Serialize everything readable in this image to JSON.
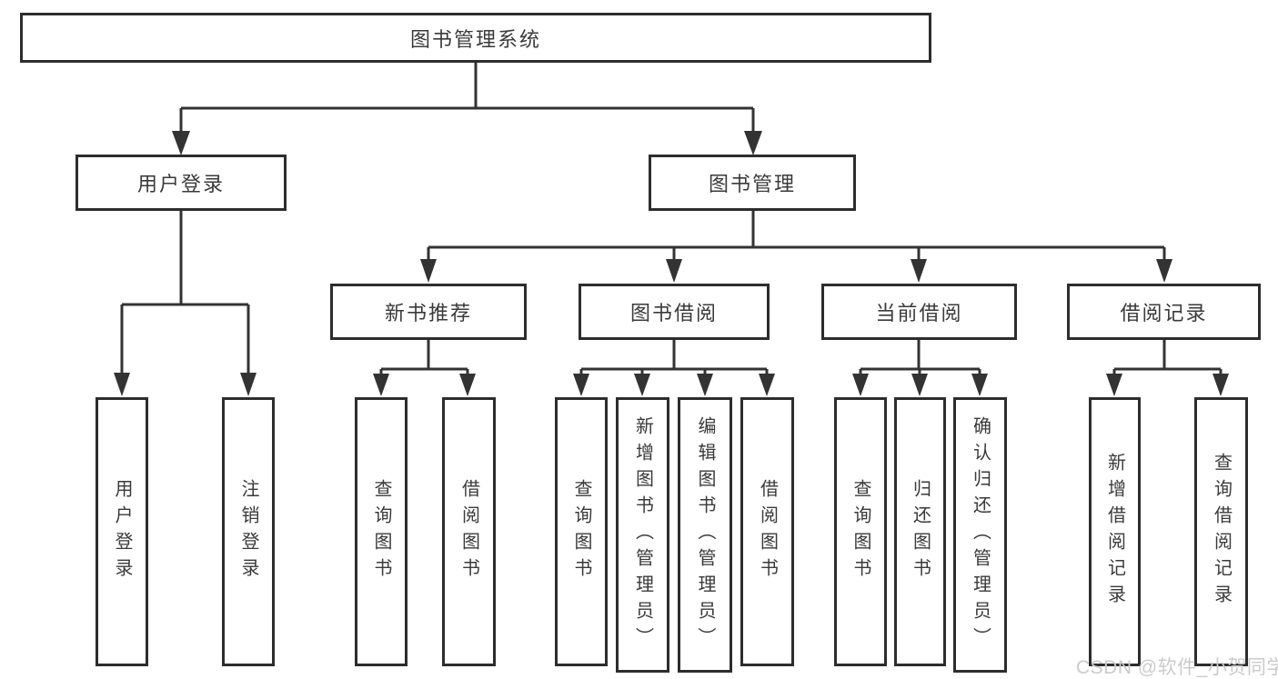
{
  "diagram": {
    "root": {
      "label": "图书管理系统"
    },
    "level2": [
      {
        "id": "user-login",
        "label": "用户登录"
      },
      {
        "id": "book-management",
        "label": "图书管理"
      }
    ],
    "level3": [
      {
        "id": "new-book-recommend",
        "label": "新书推荐",
        "parent": "book-management"
      },
      {
        "id": "book-borrow",
        "label": "图书借阅",
        "parent": "book-management"
      },
      {
        "id": "current-borrow",
        "label": "当前借阅",
        "parent": "book-management"
      },
      {
        "id": "borrow-records",
        "label": "借阅记录",
        "parent": "book-management"
      }
    ],
    "leaves": [
      {
        "label": "用户登录",
        "parent": "user-login"
      },
      {
        "label": "注销登录",
        "parent": "user-login"
      },
      {
        "label": "查询图书",
        "parent": "new-book-recommend"
      },
      {
        "label": "借阅图书",
        "parent": "new-book-recommend"
      },
      {
        "label": "查询图书",
        "parent": "book-borrow"
      },
      {
        "label": "新增图书（管理员）",
        "parent": "book-borrow"
      },
      {
        "label": "编辑图书（管理员）",
        "parent": "book-borrow"
      },
      {
        "label": "借阅图书",
        "parent": "book-borrow"
      },
      {
        "label": "查询图书",
        "parent": "current-borrow"
      },
      {
        "label": "归还图书",
        "parent": "current-borrow"
      },
      {
        "label": "确认归还（管理员）",
        "parent": "current-borrow"
      },
      {
        "label": "新增借阅记录",
        "parent": "borrow-records"
      },
      {
        "label": "查询借阅记录",
        "parent": "borrow-records"
      }
    ]
  },
  "watermark": {
    "text": "CSDN @软件_小贺同学",
    "color": "#cbcbcb"
  },
  "colors": {
    "line": "#333333",
    "box_border": "#2d2d2d",
    "text": "#3a3a3a",
    "background": "#ffffff"
  }
}
